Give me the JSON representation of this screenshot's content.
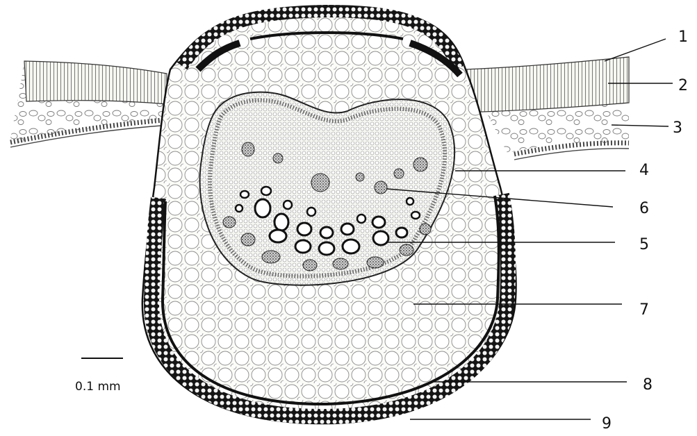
{
  "diagram": {
    "labels": [
      "1",
      "2",
      "3",
      "4",
      "6",
      "5",
      "7",
      "8",
      "9"
    ],
    "scale_bar": {
      "text": "0.1 mm"
    }
  }
}
